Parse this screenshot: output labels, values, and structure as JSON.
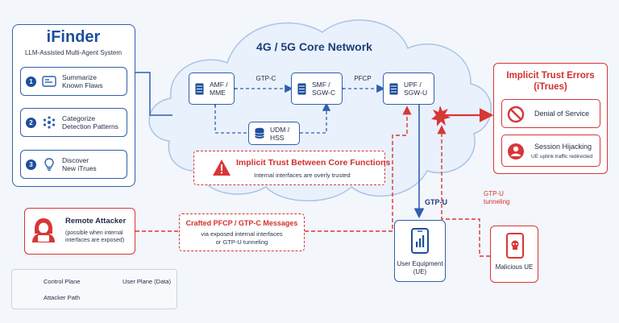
{
  "ifinder": {
    "title": "iFinder",
    "subtitle": "LLM-Assisted Multi-Agent System",
    "steps": [
      {
        "num": "1",
        "line1": "Summarize",
        "line2": "Known Flaws"
      },
      {
        "num": "2",
        "line1": "Categorize",
        "line2": "Detection Patterns"
      },
      {
        "num": "3",
        "line1": "Discover",
        "line2": "New iTrues"
      }
    ]
  },
  "core": {
    "title": "4G / 5G Core Network",
    "nodes": {
      "amf": {
        "line1": "AMF / MME"
      },
      "smf": {
        "line1": "SMF /",
        "line2": "SGW-C"
      },
      "upf": {
        "line1": "UPF /",
        "line2": "SGW-U"
      },
      "udm": {
        "line1": "UDM / HSS"
      }
    },
    "links": {
      "gtpc": "GTP-C",
      "pfcp": "PFCP"
    },
    "trust_box": {
      "title": "Implicit Trust Between Core Functions",
      "desc": "Internal interfaces are overly trusted"
    }
  },
  "errors": {
    "title_line1": "Implicit Trust Errors",
    "title_line2": "(iTrues)",
    "items": [
      {
        "label": "Denial of Service",
        "icon": "ban-icon"
      },
      {
        "label": "Session Hijacking",
        "detail": "UE uplink traffic redirected",
        "icon": "user-icon"
      }
    ]
  },
  "attacker": {
    "title": "Remote Attacker",
    "line1": "(possible when internal",
    "line2": "interfaces are exposed)"
  },
  "crafted": {
    "title": "Crafted PFCP / GTP-C Messages",
    "line1": "via exposed internal interfaces",
    "line2": "or GTP-U tunneling"
  },
  "gtpu": {
    "label": "GTP-U"
  },
  "gtpu_tunnel": {
    "line1": "GTP-U",
    "line2": "tunneling"
  },
  "ue": {
    "line1": "User Equipment",
    "line2": "(UE)"
  },
  "malicious": {
    "label": "Malicious UE"
  },
  "legend": {
    "control": "Control Plane",
    "user": "User Plane (Data)",
    "attacker": "Attacker Path"
  },
  "colors": {
    "blue": "#2f5fae",
    "red": "#d93636",
    "navy": "#1d4f9c"
  }
}
